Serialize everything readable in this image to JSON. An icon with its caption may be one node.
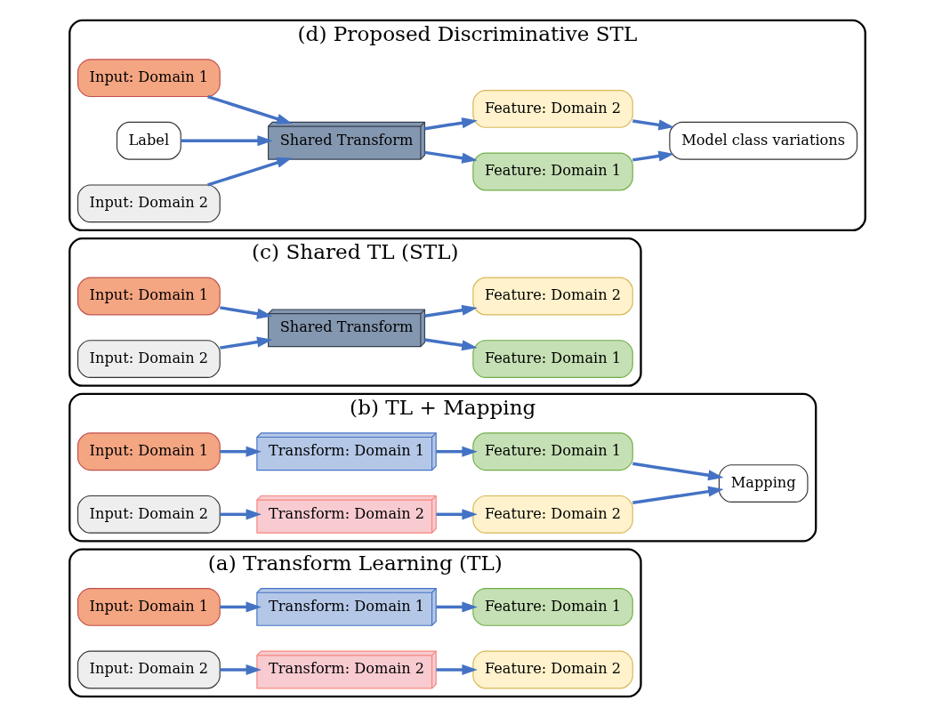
{
  "diagram": {
    "nodes": [
      {
        "text": [
          "(a) Transform Learning (TL)"
        ]
      },
      {
        "text": [
          "Input: Domain 1"
        ],
        "in": 0
      },
      {
        "text": [
          "Transform: Domain 1"
        ],
        "in": 0
      },
      {
        "text": [
          "Feature: Domain 1"
        ],
        "in": 0
      },
      {
        "text": [
          "Input: Domain 2"
        ],
        "in": 0
      },
      {
        "text": [
          "Transform: Domain 2"
        ],
        "in": 0
      },
      {
        "text": [
          "Feature: Domain 2"
        ],
        "in": 0
      },
      {
        "text": [
          "(b) TL + Mapping"
        ]
      },
      {
        "text": [
          "Input: Domain 1"
        ],
        "in": 7
      },
      {
        "text": [
          "Transform: Domain 1"
        ],
        "in": 7
      },
      {
        "text": [
          "Feature: Domain 1"
        ],
        "in": 7
      },
      {
        "text": [
          "Mapping"
        ],
        "in": 7
      },
      {
        "text": [
          "Input: Domain 2"
        ],
        "in": 7
      },
      {
        "text": [
          "Transform: Domain 2"
        ],
        "in": 7
      },
      {
        "text": [
          "Feature: Domain 2"
        ],
        "in": 7
      },
      {
        "text": [
          "(c) Shared TL (STL)"
        ]
      },
      {
        "text": [
          "Input: Domain 1"
        ],
        "in": 15
      },
      {
        "text": [
          "Shared Transform"
        ],
        "in": 15
      },
      {
        "text": [
          "Feature: Domain 1"
        ],
        "in": 15
      },
      {
        "text": [
          "Input: Domain 2"
        ],
        "in": 15
      },
      {
        "text": [
          "Feature: Domain 2"
        ],
        "in": 15
      },
      {
        "text": [
          "(d) Proposed Discriminative STL"
        ]
      },
      {
        "text": [
          "Input: Domain 1"
        ],
        "in": 21
      },
      {
        "text": [
          "Label"
        ],
        "in": 21
      },
      {
        "text": [
          "Shared Transform"
        ],
        "in": 21
      },
      {
        "text": [
          "Feature: Domain 1"
        ],
        "in": 21
      },
      {
        "text": [
          "Model class variations"
        ],
        "in": 21
      },
      {
        "text": [
          "Input: Domain 2"
        ],
        "in": 21
      },
      {
        "text": [
          "Feature: Domain 2"
        ],
        "in": 21
      }
    ],
    "edges": [
      {
        "from": 1,
        "to": 2,
        "arrow": "to"
      },
      {
        "from": 2,
        "to": 3,
        "arrow": "to"
      },
      {
        "from": 4,
        "to": 5,
        "arrow": "to"
      },
      {
        "from": 5,
        "to": 6,
        "arrow": "to"
      },
      {
        "from": 8,
        "to": 9,
        "arrow": "to"
      },
      {
        "from": 9,
        "to": 10,
        "arrow": "to"
      },
      {
        "from": 10,
        "to": 11,
        "arrow": "to"
      },
      {
        "from": 12,
        "to": 13,
        "arrow": "to"
      },
      {
        "from": 13,
        "to": 14,
        "arrow": "to"
      },
      {
        "from": 14,
        "to": 11,
        "arrow": "to"
      },
      {
        "from": 16,
        "to": 17,
        "arrow": "to"
      },
      {
        "from": 19,
        "to": 17,
        "arrow": "to"
      },
      {
        "from": 17,
        "to": 18,
        "arrow": "to"
      },
      {
        "from": 17,
        "to": 20,
        "arrow": "to"
      },
      {
        "from": 22,
        "to": 24,
        "arrow": "to"
      },
      {
        "from": 23,
        "to": 24,
        "arrow": "to"
      },
      {
        "from": 27,
        "to": 24,
        "arrow": "to"
      },
      {
        "from": 24,
        "to": 25,
        "arrow": "to"
      },
      {
        "from": 24,
        "to": 28,
        "arrow": "to"
      },
      {
        "from": 25,
        "to": 26,
        "arrow": "to"
      },
      {
        "from": 28,
        "to": 26,
        "arrow": "to"
      }
    ]
  }
}
